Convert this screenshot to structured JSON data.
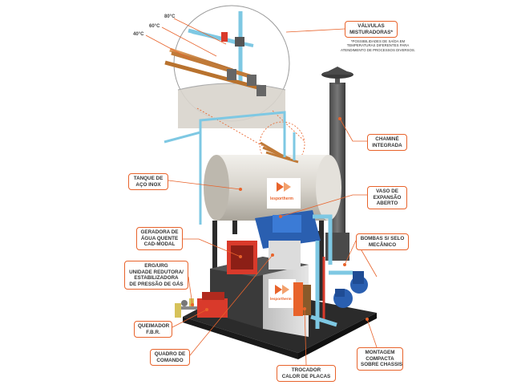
{
  "temperatures": [
    "80°C",
    "60°C",
    "40°C"
  ],
  "labels": {
    "valvulas": "VÁLVULAS\nMISTURADORAS*",
    "chamine": "CHAMINÉ\nINTEGRADA",
    "tanque": "TANQUE DE\nAÇO INOX",
    "vaso": "VASO DE\nEXPANSÃO\nABERTO",
    "geradora": "GERADORA DE\nÁGUA QUENTE\nCAD-MODAL",
    "bombas": "BOMBAS S/ SELO\nMECÂNICO",
    "erg": "ERG/URG\nUNIDADE REDUTORA/\nESTABILIZADORA\nDE PRESSÃO DE GÁS",
    "queimador": "QUEIMADOR\nF.B.R.",
    "quadro": "QUADRO DE\nCOMANDO",
    "trocador": "TROCADOR\nCALOR DE PLACAS",
    "montagem": "MONTAGEM\nCOMPACTA\nSOBRE CHASSIS"
  },
  "note": "*POSSIBILIDADES DE SAÍDA EM\nTEMPERATURAS DIFERENTES PARA\nATENDIMENTO DE PROCESSOS DIVERSOS.",
  "brand": "lesportherm",
  "colors": {
    "accent": "#e8632b",
    "pipe_blue": "#7ec8e3",
    "pump_blue": "#2a5fb0",
    "frame": "#2b2b2b",
    "tank": "#d8d4cc",
    "burner": "#d93a2b"
  }
}
